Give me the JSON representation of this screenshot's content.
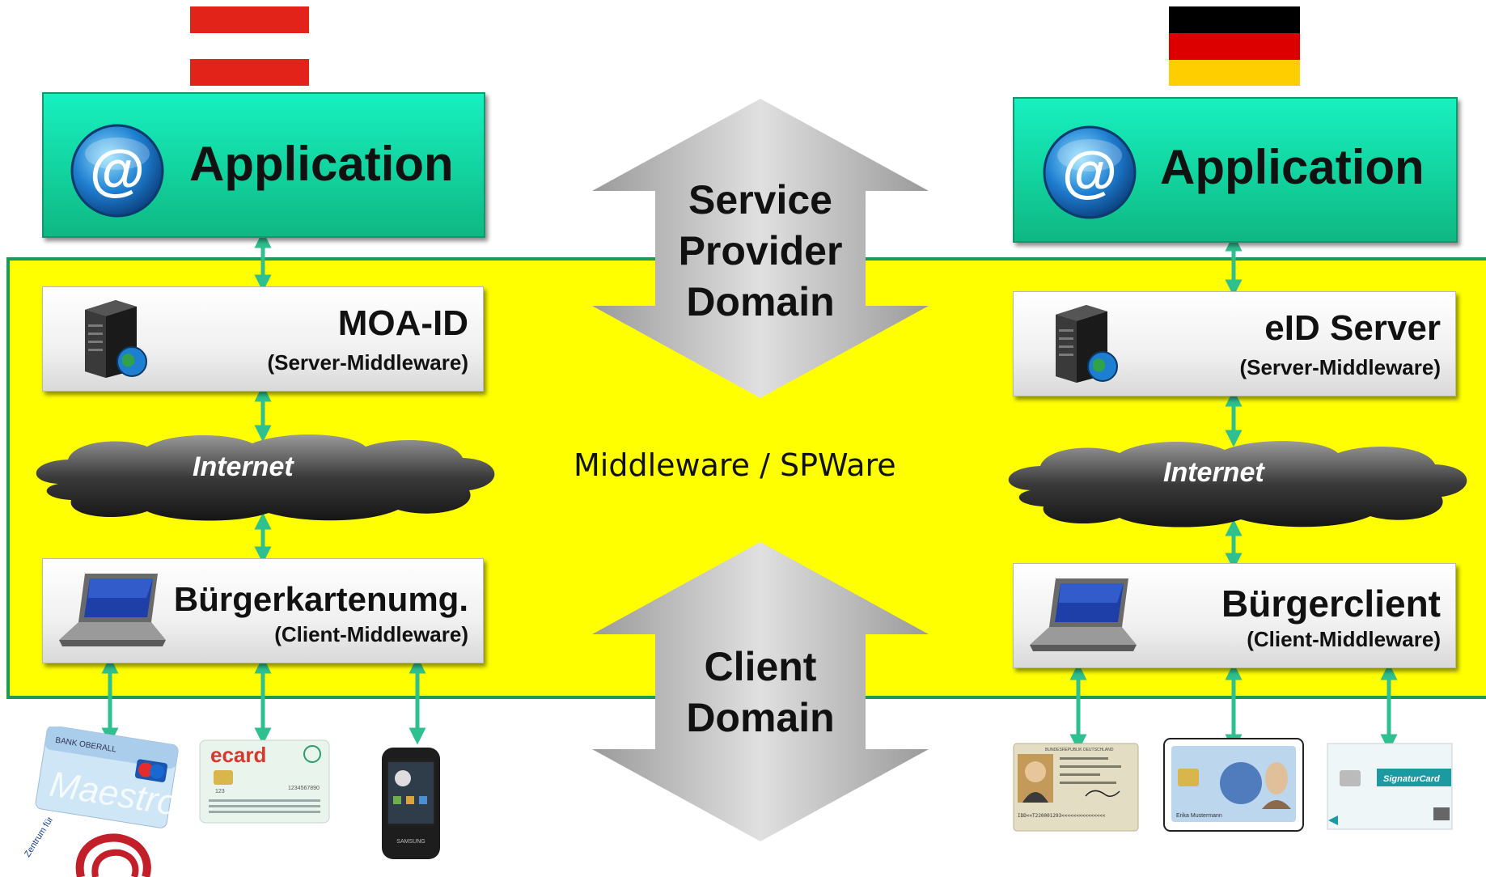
{
  "flags": {
    "left_country": "Austria",
    "right_country": "Germany"
  },
  "colors": {
    "band": "#ffff00",
    "band_border": "#1f9a55",
    "app_box": "#12d39e",
    "arrow_link": "#2fc08f"
  },
  "center": {
    "top_arrow_text": [
      "Service",
      "Provider",
      "Domain"
    ],
    "middle_label": "Middleware / SPWare",
    "bottom_arrow_text": [
      "Client",
      "Domain"
    ]
  },
  "left": {
    "application": "Application",
    "server_title": "MOA-ID",
    "server_sub": "(Server-Middleware)",
    "internet": "Internet",
    "client_title": "Bürgerkartenumg.",
    "client_sub": "(Client-Middleware)",
    "cards": {
      "bank_card_text": "BANK OBERALL",
      "maestro_text": "Maestro",
      "ecard_logo": "ecard",
      "ecard_number": "1234567890",
      "ecard_small": "123",
      "phone_brand": "SAMSUNG"
    },
    "seal_text": "Zentrum für sichere Informationstechnologie - Austria"
  },
  "right": {
    "application": "Application",
    "server_title": "eID Server",
    "server_sub": "(Server-Middleware)",
    "internet": "Internet",
    "client_title": "Bürgerclient",
    "client_sub": "(Client-Middleware)",
    "cards": {
      "id_card_header": "BUNDESREPUBLIK DEUTSCHLAND",
      "id_card_mrz": "IDD<<T220001293<<<<<<<<<<<<<<<",
      "eid_card_name": "Erika Mustermann",
      "signatur_card": "SignaturCard"
    }
  }
}
